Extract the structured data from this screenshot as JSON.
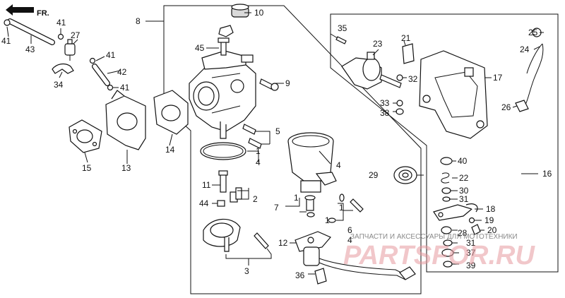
{
  "diagram": {
    "direction_label": "FR.",
    "watermark_caption": "ЗАПЧАСТИ И АКСЕССУАРЫ ДЛЯ МОТОТЕХНИКИ",
    "watermark_logo": "PARTSFOR.RU",
    "callouts": {
      "c41a": "41",
      "c41b": "41",
      "c41c": "41",
      "c41d": "41",
      "c43": "43",
      "c27": "27",
      "c42": "42",
      "c34": "34",
      "c15": "15",
      "c13": "13",
      "c14": "14",
      "c8": "8",
      "c10": "10",
      "c45": "45",
      "c9": "9",
      "c5": "5",
      "c1a": "1",
      "c4a": "4",
      "c4b": "4",
      "c11": "11",
      "c2": "2",
      "c44": "44",
      "c3": "3",
      "c7": "7",
      "c1b": "1",
      "c1c": "1",
      "c1d": "1",
      "c6": "6",
      "c4c": "4",
      "c12": "12",
      "c36": "36",
      "c35": "35",
      "c23": "23",
      "c21": "21",
      "c32": "32",
      "c33": "33",
      "c38": "38",
      "c17": "17",
      "c25": "25",
      "c24": "24",
      "c26": "26",
      "c40": "40",
      "c29": "29",
      "c22": "22",
      "c30": "30",
      "c31a": "31",
      "c16": "16",
      "c18": "18",
      "c19": "19",
      "c28": "28",
      "c20": "20",
      "c31b": "31",
      "c37": "37",
      "c39": "39"
    }
  }
}
